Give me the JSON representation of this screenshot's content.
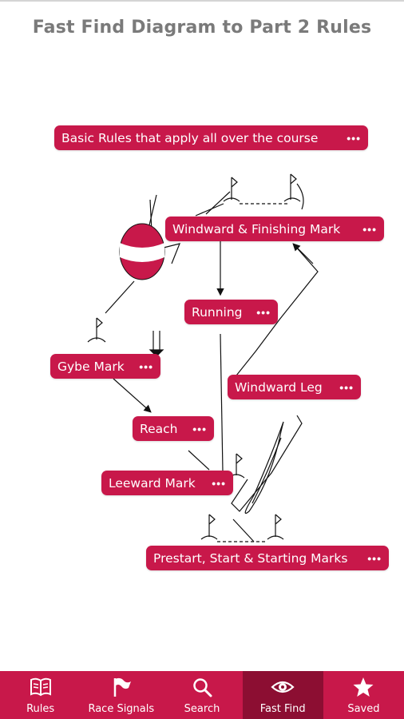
{
  "header": {
    "title": "Fast Find Diagram to Part 2 Rules"
  },
  "diagram": {
    "more_label": "•••",
    "pills": [
      {
        "id": "basic-rules",
        "label": "Basic Rules that apply all over the course"
      },
      {
        "id": "windward-finishing-mark",
        "label": "Windward & Finishing Mark"
      },
      {
        "id": "running",
        "label": "Running"
      },
      {
        "id": "gybe-mark",
        "label": "Gybe Mark"
      },
      {
        "id": "windward-leg",
        "label": "Windward Leg"
      },
      {
        "id": "reach",
        "label": "Reach"
      },
      {
        "id": "leeward-mark",
        "label": "Leeward Mark"
      },
      {
        "id": "prestart-start",
        "label": "Prestart, Start & Starting Marks"
      }
    ]
  },
  "tabbar": {
    "active": "Fast Find",
    "tabs": [
      {
        "label": "Rules",
        "icon": "book-icon"
      },
      {
        "label": "Race Signals",
        "icon": "flag-icon"
      },
      {
        "label": "Search",
        "icon": "search-icon"
      },
      {
        "label": "Fast Find",
        "icon": "eye-icon"
      },
      {
        "label": "Saved",
        "icon": "star-icon"
      }
    ]
  },
  "colors": {
    "accent": "#c8184a",
    "active_tab": "#8c0e32",
    "title": "#7a7a7a"
  }
}
